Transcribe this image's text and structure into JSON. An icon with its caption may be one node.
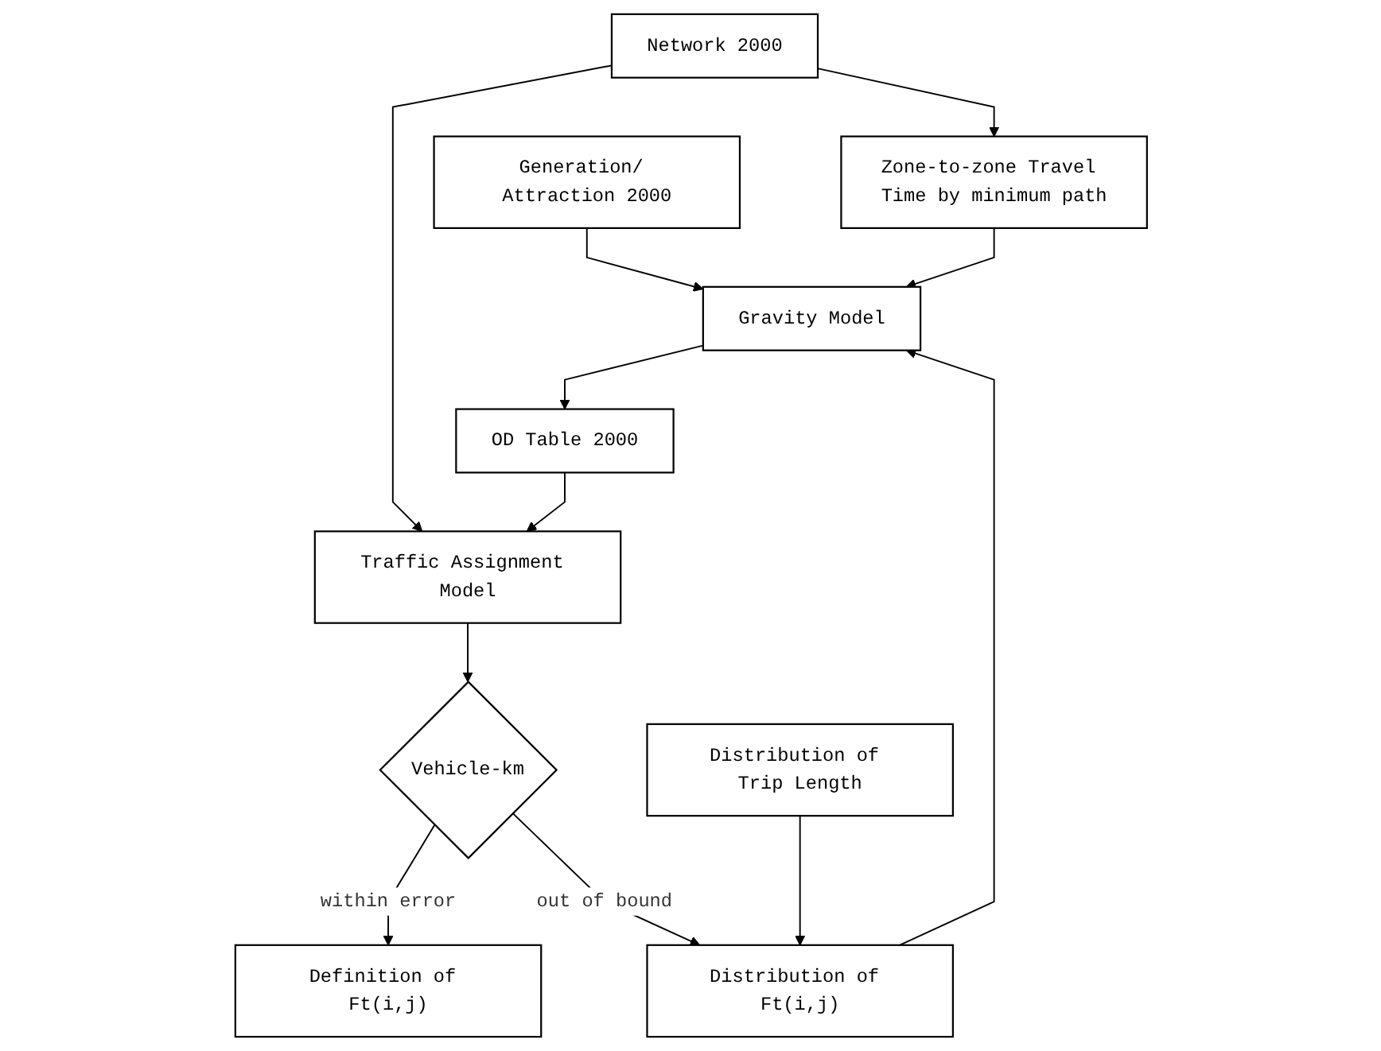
{
  "diagram": {
    "nodes": [
      {
        "text": [
          "Network 2000"
        ]
      },
      {
        "text": [
          "Generation/ Attraction 2000"
        ]
      },
      {
        "text": [
          "Zone-to-zone Travel Time by minimum path"
        ]
      },
      {
        "text": [
          "Distribution of Ft(i,j)"
        ]
      },
      {
        "text": [
          "Gravity Model"
        ]
      },
      {
        "text": [
          "OD Table 2000"
        ]
      },
      {
        "text": [
          "Distribution of Trip Length"
        ]
      },
      {
        "text": [
          "Traffic Assignment Model"
        ]
      },
      {
        "text": [
          "Vehicle-km"
        ]
      },
      {
        "text": [
          "Definition of Ft(i,j)"
        ]
      }
    ],
    "edges": [
      {
        "from": 0,
        "to": 2,
        "arrow": "to"
      },
      {
        "from": 0,
        "to": 7,
        "arrow": "to"
      },
      {
        "from": 1,
        "to": 4,
        "arrow": "to"
      },
      {
        "from": 2,
        "to": 4,
        "arrow": "to"
      },
      {
        "from": 3,
        "to": 4,
        "arrow": "to"
      },
      {
        "from": 4,
        "to": 5,
        "arrow": "to"
      },
      {
        "from": 5,
        "to": 7,
        "arrow": "to"
      },
      {
        "from": 7,
        "to": 8,
        "arrow": "to"
      },
      {
        "from": 8,
        "to": 9,
        "arrow": "to",
        "label": "within error"
      },
      {
        "from": 8,
        "to": 3,
        "arrow": "to",
        "label": "out of bound"
      },
      {
        "from": 6,
        "to": 3,
        "arrow": "to"
      }
    ]
  }
}
